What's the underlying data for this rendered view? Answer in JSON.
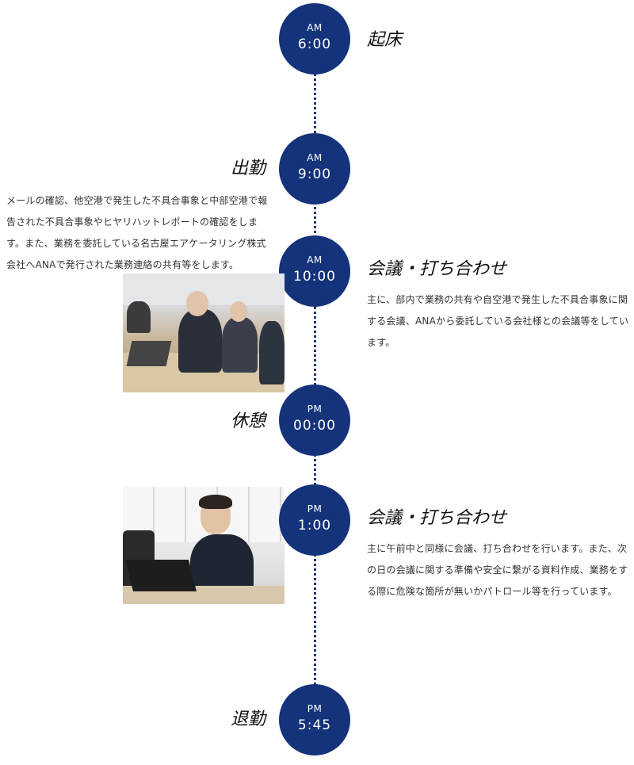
{
  "schedule": [
    {
      "period": "AM",
      "time": "6:00",
      "title": "起床"
    },
    {
      "period": "AM",
      "time": "9:00",
      "title": "出勤",
      "description": "メールの確認、他空港で発生した不具合事象と中部空港で報告された不具合事象やヒヤリハットレポートの確認をします。また、業務を委託している名古屋エアケータリング株式会社へANAで発行された業務連絡の共有等をします。"
    },
    {
      "period": "AM",
      "time": "10:00",
      "title": "会議・打ち合わせ",
      "description": "主に、部内で業務の共有や自空港で発生した不具合事象に関する会議、ANAから委託している会社様との会議等をしています。"
    },
    {
      "period": "PM",
      "time": "00:00",
      "title": "休憩"
    },
    {
      "period": "PM",
      "time": "1:00",
      "title": "会議・打ち合わせ",
      "description": "主に午前中と同様に会議、打ち合わせを行います。また、次の日の会議に関する準備や安全に繋がる資料作成、業務をする際に危険な箇所が無いかパトロール等を行っています。"
    },
    {
      "period": "PM",
      "time": "5:45",
      "title": "退勤"
    }
  ],
  "colors": {
    "accent": "#14337a"
  }
}
